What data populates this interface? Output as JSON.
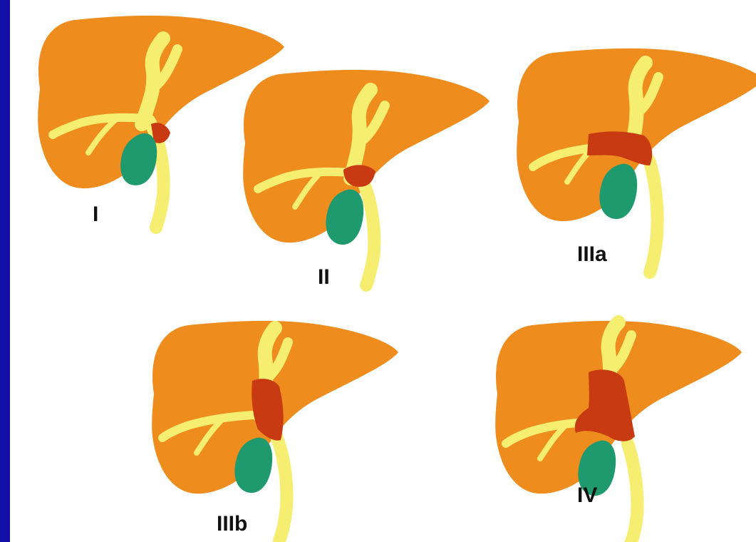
{
  "colors": {
    "background": "#1010a8",
    "title_border": "#ffee00",
    "liver": "#ee8c1e",
    "duct": "#f5ee70",
    "tumor": "#c83a12",
    "gallbladder": "#1f9a6e"
  },
  "figures": [
    {
      "label": "I"
    },
    {
      "label": "II"
    },
    {
      "label": "IIIa"
    },
    {
      "label": "IIIb"
    },
    {
      "label": "IV"
    }
  ]
}
